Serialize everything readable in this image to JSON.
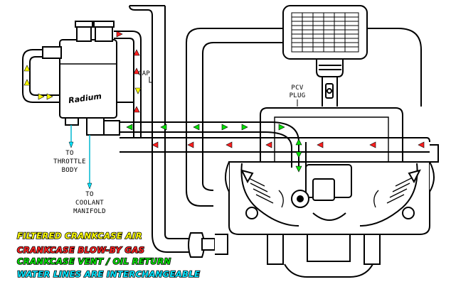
{
  "labels": {
    "cap": "CAP",
    "pcv_line1": "PCV",
    "pcv_line2": "PLUG",
    "throttle_line1": "TO",
    "throttle_line2": "THROTTLE",
    "throttle_line3": "BODY",
    "coolant_line1": "TO",
    "coolant_line2": "COOLANT",
    "coolant_line3": "MANIFOLD",
    "brand": "Radium"
  },
  "legend": [
    {
      "text": "FILTERED CRANKCASE AIR",
      "color": "#ffff00"
    },
    {
      "text": "CRANKCASE BLOW-BY GAS",
      "color": "#ff0000"
    },
    {
      "text": "CRANKCASE VENT / OIL RETURN",
      "color": "#00e000"
    },
    {
      "text": "WATER LINES ARE INTERCHANGEABLE",
      "color": "#00e5ff"
    }
  ],
  "colors": {
    "filtered_air": "#ffff00",
    "blow_by": "#ff0000",
    "vent_return": "#00e000",
    "water": "#00e5ff"
  }
}
